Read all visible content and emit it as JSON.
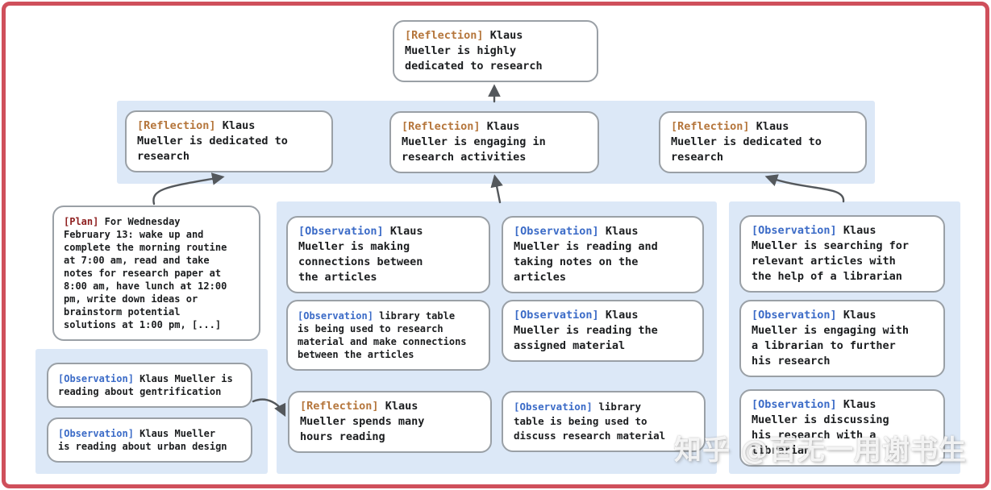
{
  "palette": {
    "frame_border": "#cf4f5b",
    "panel_bg": "#dce8f7",
    "box_border": "#9aa0a6",
    "reflection_tag": "#b5763c",
    "observation_tag": "#3b6bc7",
    "plan_tag": "#8e1f1f",
    "arrow": "#54585c",
    "text": "#1b1d1f"
  },
  "nodes": {
    "root": {
      "type": "reflection",
      "tag": "[Reflection]",
      "text": "Klaus\nMueller is highly\ndedicated to research"
    },
    "reflections": [
      {
        "type": "reflection",
        "tag": "[Reflection]",
        "text": "Klaus\nMueller is dedicated to\nresearch"
      },
      {
        "type": "reflection",
        "tag": "[Reflection]",
        "text": "Klaus\nMueller is engaging in\nresearch activities"
      },
      {
        "type": "reflection",
        "tag": "[Reflection]",
        "text": "Klaus\nMueller is dedicated to\nresearch"
      }
    ],
    "plan": {
      "type": "plan",
      "tag": "[Plan]",
      "text": "For Wednesday\nFebruary 13: wake up and\ncomplete the morning routine\nat 7:00 am, read and take\nnotes for research paper at\n8:00 am, have lunch at 12:00\npm, write down ideas or\nbrainstorm potential\nsolutions at 1:00 pm, [...]"
    },
    "left": [
      {
        "type": "observation",
        "tag": "[Observation]",
        "text": "Klaus Mueller is\nreading about gentrification"
      },
      {
        "type": "observation",
        "tag": "[Observation]",
        "text": "Klaus Mueller\nis reading about urban design"
      }
    ],
    "middle_col1": [
      {
        "type": "observation",
        "tag": "[Observation]",
        "text": "Klaus\nMueller is making\nconnections between\nthe articles"
      },
      {
        "type": "observation",
        "tag": "[Observation]",
        "text": "library table\nis being used to research\nmaterial and make connections\nbetween the articles"
      },
      {
        "type": "reflection",
        "tag": "[Reflection]",
        "text": "Klaus\nMueller spends many\nhours reading"
      }
    ],
    "middle_col2": [
      {
        "type": "observation",
        "tag": "[Observation]",
        "text": "Klaus\nMueller is reading and\ntaking notes on the\narticles"
      },
      {
        "type": "observation",
        "tag": "[Observation]",
        "text": "Klaus\nMueller is reading the\nassigned material"
      },
      {
        "type": "observation",
        "tag": "[Observation]",
        "text": "library\ntable is being used to\ndiscuss research material"
      }
    ],
    "right": [
      {
        "type": "observation",
        "tag": "[Observation]",
        "text": "Klaus\nMueller is searching for\nrelevant articles with\nthe help of a librarian"
      },
      {
        "type": "observation",
        "tag": "[Observation]",
        "text": "Klaus\nMueller is engaging with\na librarian to further\nhis research"
      },
      {
        "type": "observation",
        "tag": "[Observation]",
        "text": "Klaus\nMueller is discussing\nhis research with a\nlibrarian"
      }
    ]
  },
  "watermark": "知乎 @百无一用谢书生"
}
